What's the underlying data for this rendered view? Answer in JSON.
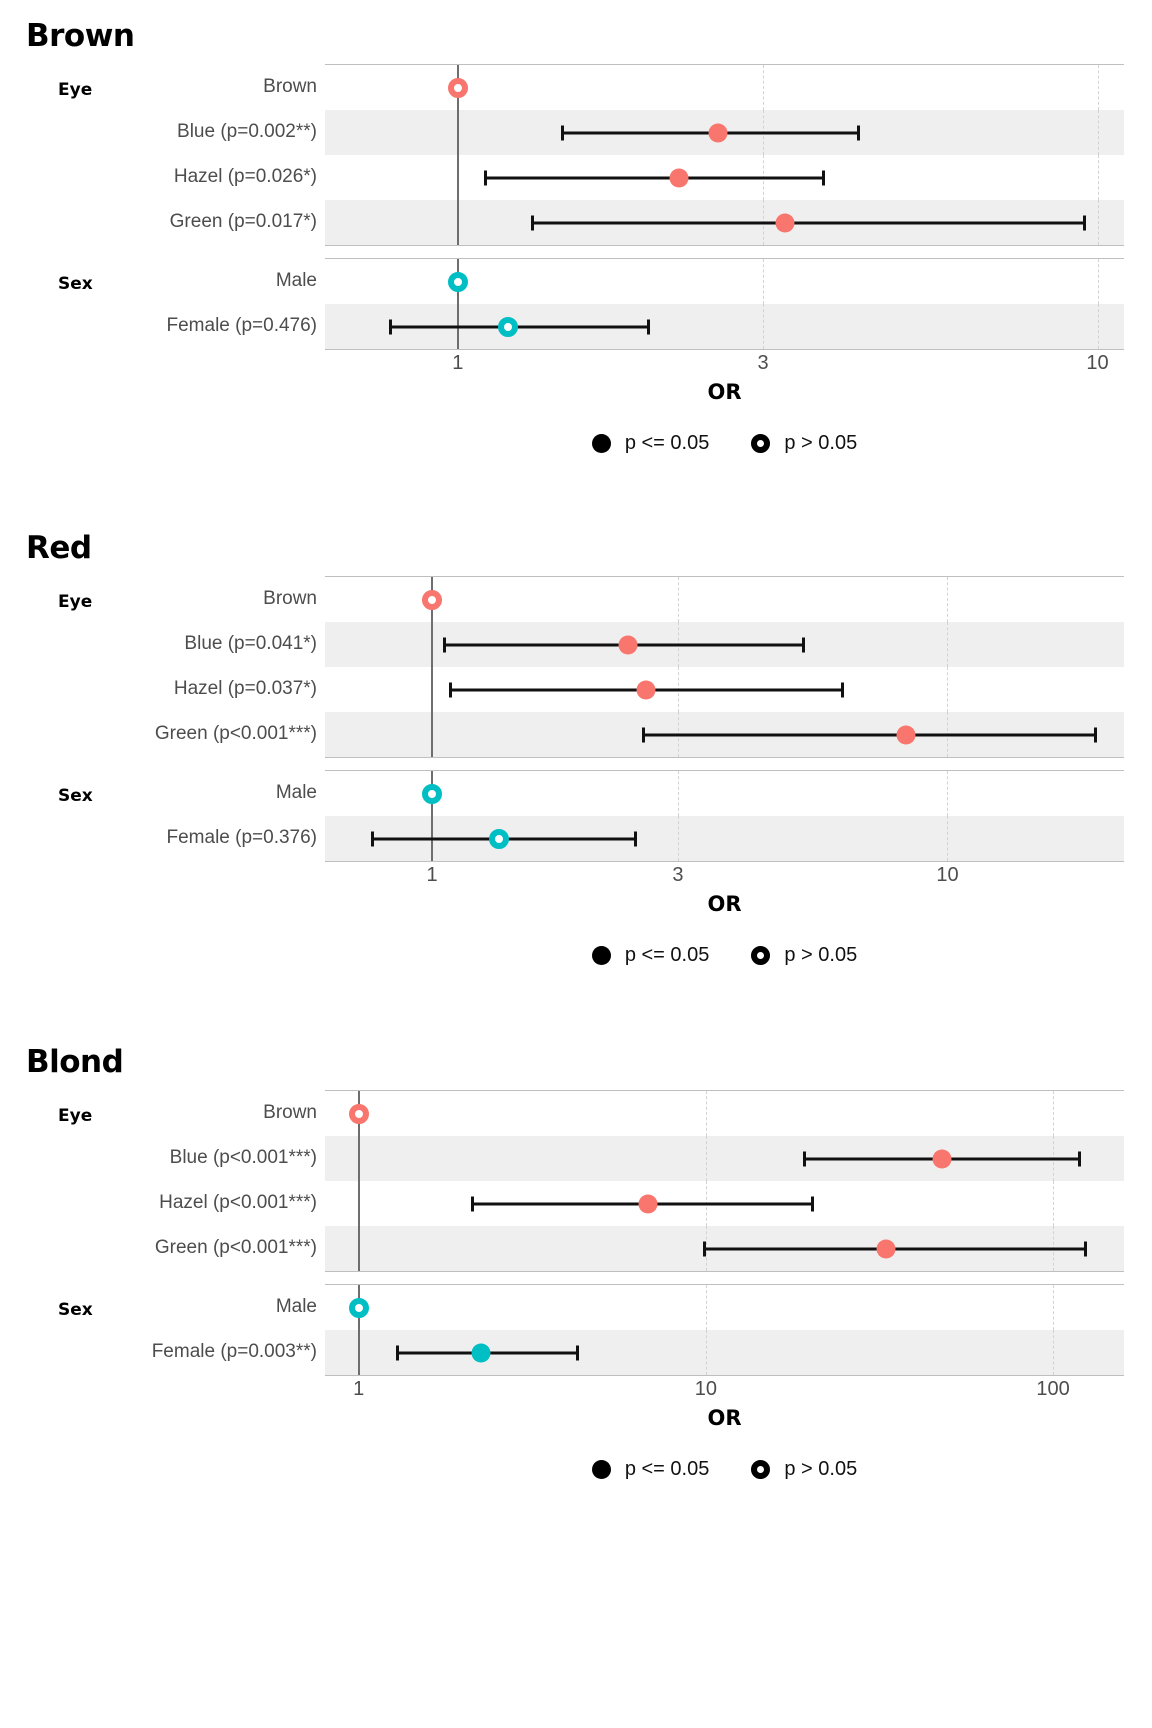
{
  "legend": {
    "sig_label": "p <= 0.05",
    "nonsig_label": "p > 0.05",
    "sig_icon": "filled-circle-icon",
    "nonsig_icon": "open-circle-icon"
  },
  "axis": {
    "title": "OR"
  },
  "colors": {
    "eye_point": "#F8766D",
    "sex_point": "#00BFC4",
    "reference_line": "#6e6e6e",
    "gridline": "#d2d2d2",
    "stripe": "#efefef",
    "label_text": "#4d4d4d"
  },
  "groups": {
    "eye": "Eye",
    "sex": "Sex"
  },
  "chart_data": {
    "type": "forest",
    "xlabel": "OR",
    "ylabel": "",
    "xscale": "log",
    "grid": true,
    "legend_position": "bottom",
    "panels": [
      {
        "title": "Brown",
        "xticks": [
          1,
          3,
          10
        ],
        "xticklabels": [
          "1",
          "3",
          "10"
        ],
        "xlim": [
          0.62,
          11.0
        ],
        "groups": [
          {
            "name": "Eye",
            "color": "#F8766D",
            "rows": [
              {
                "label": "Brown",
                "or": 1.0,
                "lo": 1.0,
                "hi": 1.0,
                "significant": false,
                "reference": true
              },
              {
                "label": "Blue (p=0.002**)",
                "or": 2.55,
                "lo": 1.45,
                "hi": 4.25,
                "significant": true,
                "reference": false
              },
              {
                "label": "Hazel (p=0.026*)",
                "or": 2.22,
                "lo": 1.1,
                "hi": 3.75,
                "significant": true,
                "reference": false
              },
              {
                "label": "Green (p=0.017*)",
                "or": 3.25,
                "lo": 1.3,
                "hi": 9.6,
                "significant": true,
                "reference": false
              }
            ]
          },
          {
            "name": "Sex",
            "color": "#00BFC4",
            "rows": [
              {
                "label": "Male",
                "or": 1.0,
                "lo": 1.0,
                "hi": 1.0,
                "significant": false,
                "reference": true
              },
              {
                "label": "Female (p=0.476)",
                "or": 1.2,
                "lo": 0.78,
                "hi": 2.0,
                "significant": false,
                "reference": false
              }
            ]
          }
        ]
      },
      {
        "title": "Red",
        "xticks": [
          1,
          3,
          10
        ],
        "xticklabels": [
          "1",
          "3",
          "10"
        ],
        "xlim": [
          0.62,
          22.0
        ],
        "groups": [
          {
            "name": "Eye",
            "color": "#F8766D",
            "rows": [
              {
                "label": "Brown",
                "or": 1.0,
                "lo": 1.0,
                "hi": 1.0,
                "significant": false,
                "reference": true
              },
              {
                "label": "Blue (p=0.041*)",
                "or": 2.4,
                "lo": 1.05,
                "hi": 5.3,
                "significant": true,
                "reference": false
              },
              {
                "label": "Hazel (p=0.037*)",
                "or": 2.6,
                "lo": 1.08,
                "hi": 6.3,
                "significant": true,
                "reference": false
              },
              {
                "label": "Green (p<0.001***)",
                "or": 8.3,
                "lo": 2.55,
                "hi": 19.5,
                "significant": true,
                "reference": false
              }
            ]
          },
          {
            "name": "Sex",
            "color": "#00BFC4",
            "rows": [
              {
                "label": "Male",
                "or": 1.0,
                "lo": 1.0,
                "hi": 1.0,
                "significant": false,
                "reference": true
              },
              {
                "label": "Female (p=0.376)",
                "or": 1.35,
                "lo": 0.76,
                "hi": 2.5,
                "significant": false,
                "reference": false
              }
            ]
          }
        ]
      },
      {
        "title": "Blond",
        "xticks": [
          1,
          10,
          100
        ],
        "xticklabels": [
          "1",
          "10",
          "100"
        ],
        "xlim": [
          0.8,
          160.0
        ],
        "groups": [
          {
            "name": "Eye",
            "color": "#F8766D",
            "rows": [
              {
                "label": "Brown",
                "or": 1.0,
                "lo": 1.0,
                "hi": 1.0,
                "significant": false,
                "reference": true
              },
              {
                "label": "Blue (p<0.001***)",
                "or": 48.0,
                "lo": 19.0,
                "hi": 120.0,
                "significant": true,
                "reference": false
              },
              {
                "label": "Hazel (p<0.001***)",
                "or": 6.8,
                "lo": 2.1,
                "hi": 20.5,
                "significant": true,
                "reference": false
              },
              {
                "label": "Green (p<0.001***)",
                "or": 33.0,
                "lo": 9.8,
                "hi": 125.0,
                "significant": true,
                "reference": false
              }
            ]
          },
          {
            "name": "Sex",
            "color": "#00BFC4",
            "rows": [
              {
                "label": "Male",
                "or": 1.0,
                "lo": 1.0,
                "hi": 1.0,
                "significant": false,
                "reference": true
              },
              {
                "label": "Female (p=0.003**)",
                "or": 2.25,
                "lo": 1.28,
                "hi": 4.3,
                "significant": true,
                "reference": false
              }
            ]
          }
        ]
      }
    ]
  }
}
